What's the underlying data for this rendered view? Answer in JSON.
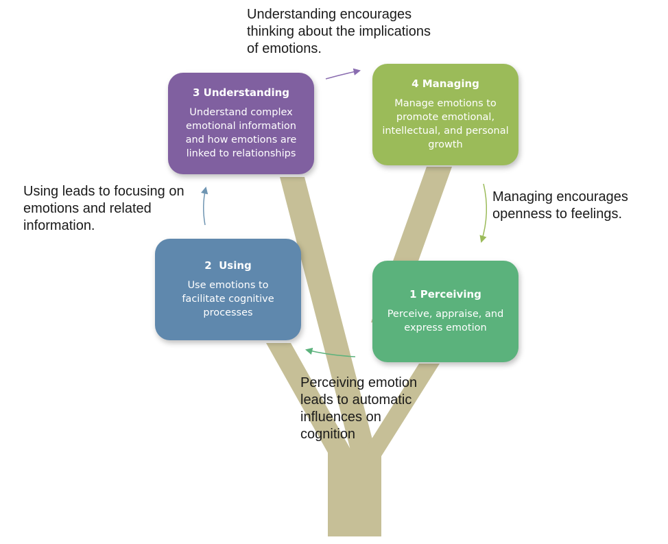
{
  "boxes": {
    "understanding": {
      "title": "3 Understanding",
      "description": "Understand complex emotional information and how emotions are linked to relationships",
      "color": "#8060a0"
    },
    "managing": {
      "title": "4 Managing",
      "description": "Manage emotions to promote emotional, intellectual, and personal growth",
      "color": "#9bbb59"
    },
    "using": {
      "title": "2  Using",
      "description": "Use emotions to facilitate cognitive processes",
      "color": "#5f88ad"
    },
    "perceiving": {
      "title": "1 Perceiving",
      "description": "Perceive, appraise, and express emotion",
      "color": "#5bb27c"
    }
  },
  "captions": {
    "understanding_to_managing": "Understanding encourages thinking about the implications of emotions.",
    "managing_to_perceiving": "Managing encourages openness to feelings.",
    "using_to_understanding": "Using leads to focusing on emotions and related information.",
    "perceiving_to_using": "Perceiving emotion leads to automatic influences on cognition"
  },
  "colors": {
    "trunk": "#c6bf97",
    "arrow_purple": "#8a6db0",
    "arrow_green": "#9bbb59",
    "arrow_blue": "#6f95b2",
    "arrow_teal": "#5bb27c"
  }
}
